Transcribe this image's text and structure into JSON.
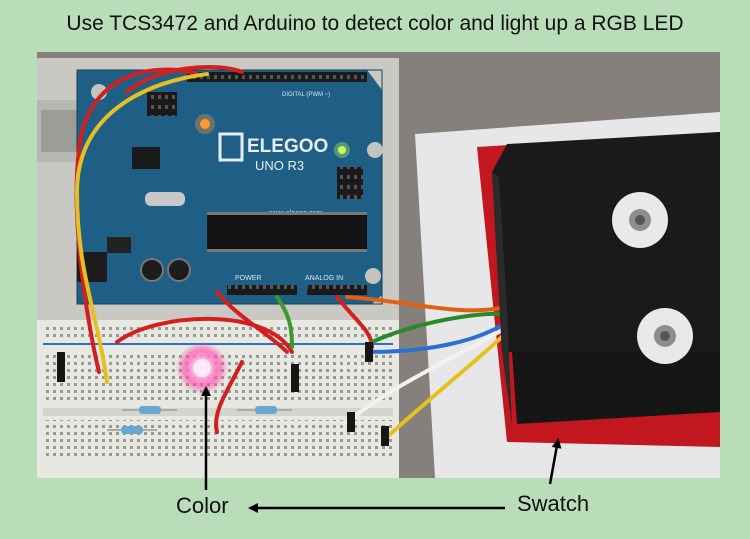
{
  "title": "Use TCS3472 and Arduino  to detect color and light up a RGB LED",
  "board": {
    "brand": "ELEGOO",
    "model": "UNO R3",
    "url": "www.elegoo.com",
    "power_header": "POWER",
    "analog_header": "ANALOG IN",
    "digital_header": "DIGITAL (PWM ~)"
  },
  "labels": {
    "color": "Color",
    "swatch": "Swatch"
  },
  "colors": {
    "background": "#b9dcb9",
    "board": "#1f5f86",
    "led_glow": "#ff3fa8"
  }
}
